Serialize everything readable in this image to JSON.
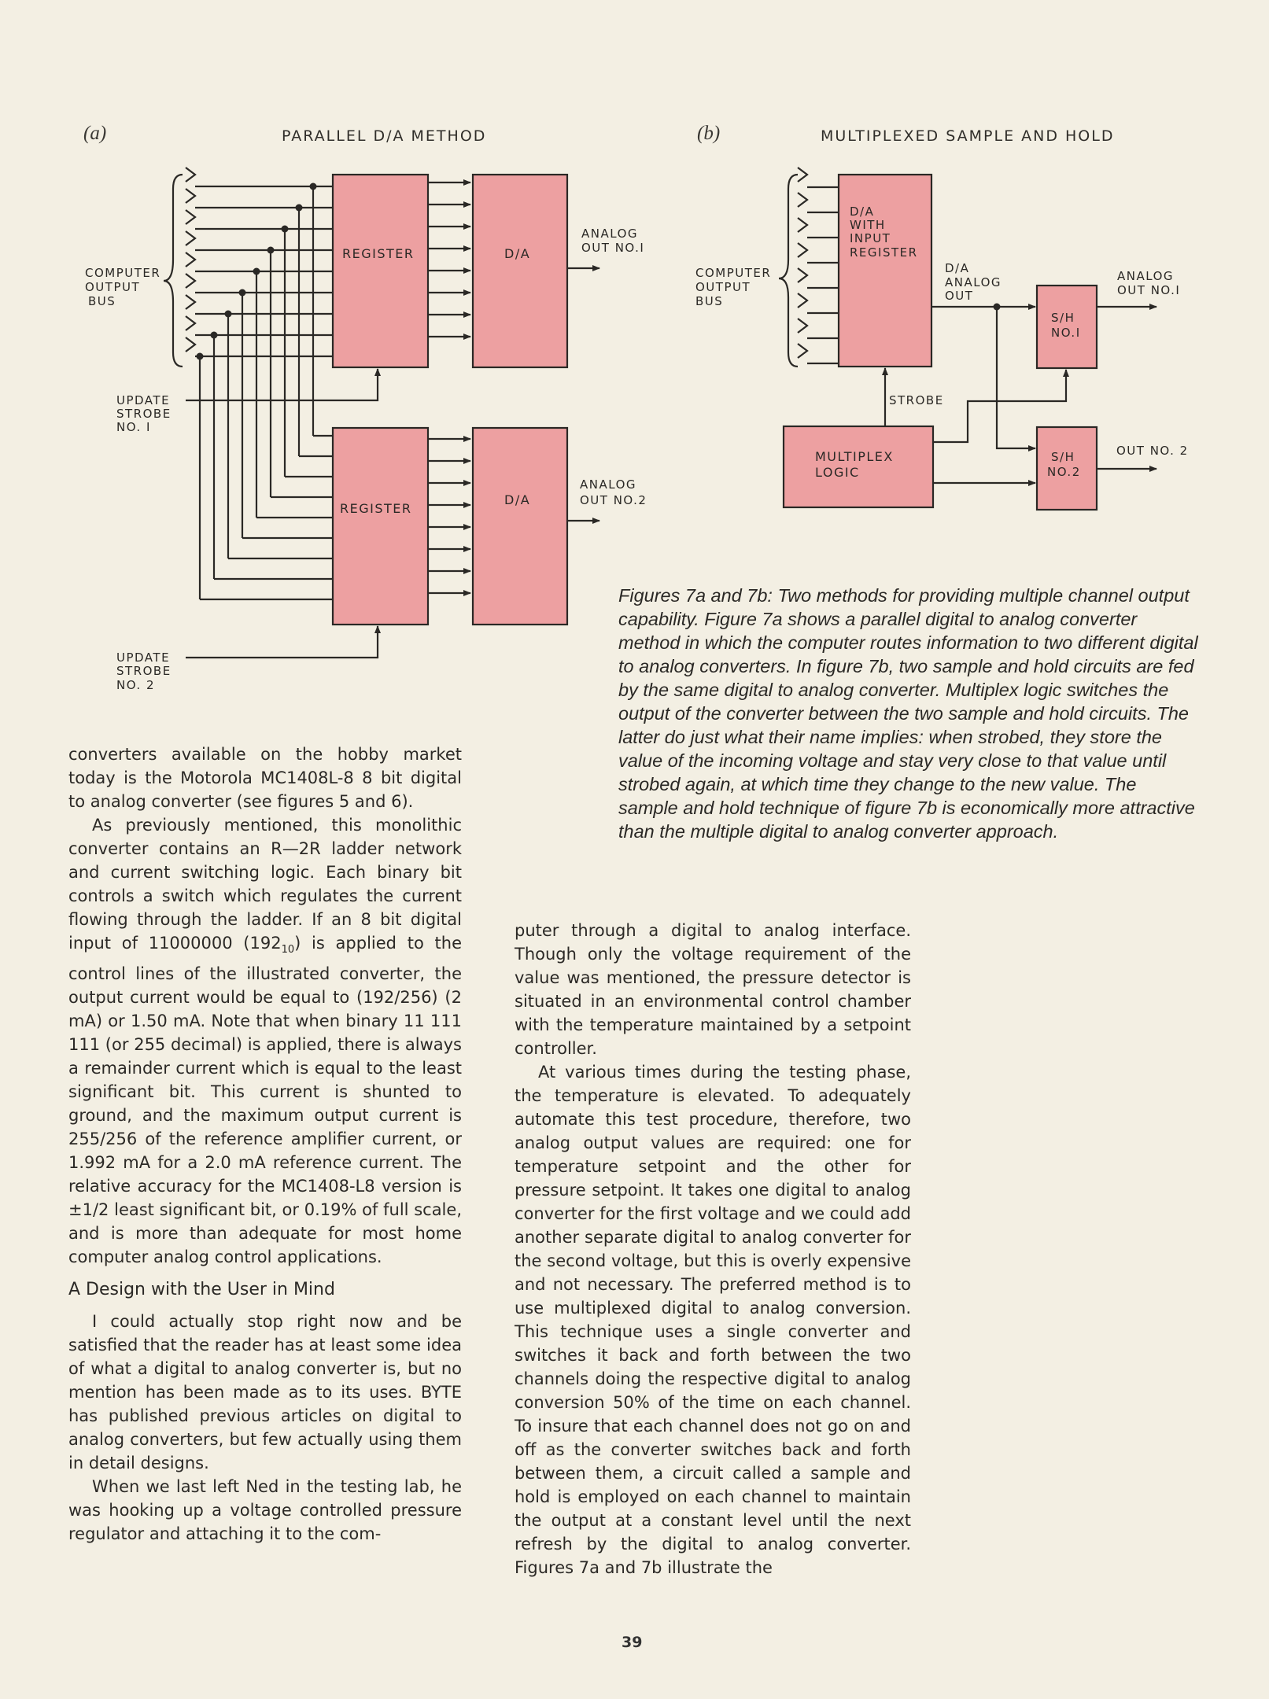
{
  "figure_a": {
    "label": "(a)",
    "title": "PARALLEL D/A METHOD",
    "bus_label": [
      "COMPUTER",
      "OUTPUT",
      "BUS"
    ],
    "register_label": "REGISTER",
    "da_label": "D/A",
    "analog_out_1": [
      "ANALOG",
      "OUT NO.I"
    ],
    "analog_out_2": [
      "ANALOG",
      "OUT NO.2"
    ],
    "strobe_1": [
      "UPDATE",
      "STROBE",
      "NO. I"
    ],
    "strobe_2": [
      "UPDATE",
      "STROBE",
      "NO. 2"
    ]
  },
  "figure_b": {
    "label": "(b)",
    "title": "MULTIPLEXED SAMPLE AND HOLD",
    "bus_label": [
      "COMPUTER",
      "OUTPUT",
      "BUS"
    ],
    "da_block": [
      "D/A",
      "WITH",
      "INPUT",
      "REGISTER"
    ],
    "da_out": [
      "D/A",
      "ANALOG",
      "OUT"
    ],
    "sh1": [
      "S/H",
      "NO.I"
    ],
    "sh2": [
      "S/H",
      "NO.2"
    ],
    "analog_out_1": [
      "ANALOG",
      "OUT NO.I"
    ],
    "out_2": "OUT NO. 2",
    "strobe": "STROBE",
    "multiplex": [
      "MULTIPLEX",
      "LOGIC"
    ]
  },
  "colors": {
    "block_fill": "#eda0a1",
    "line": "#2a2825",
    "page": "#f3efe3"
  },
  "caption": "Figures 7a and 7b: Two methods for providing multiple channel output capability. Figure 7a shows a parallel digital to analog converter method in which the computer routes information to two different digital to analog converters. In figure 7b, two sample and hold circuits are fed by the same digital to analog converter. Multiplex logic switches the output of the converter between the two sample and hold circuits. The latter do just what their name implies: when strobed, they store the value of the incoming voltage and stay very close to that value until strobed again, at which time they change to the new value. The sample and hold technique of figure 7b is economically more attractive than the multiple digital to analog converter approach.",
  "left_column": {
    "p1": "converters available on the hobby market today is the Motorola MC1408L-8 8 bit digital to analog converter (see figures 5 and 6).",
    "p2_a": "As previously mentioned, this monolithic converter contains an R—2R ladder network and current switching logic. Each binary bit controls a switch which regulates the current flowing through the ladder. If an 8 bit digital input of 11000000 (192",
    "p2_sub": "10",
    "p2_b": ") is applied to the control lines of the illustrated converter, the output current would be equal to (192/256) (2 mA) or 1.50 mA. Note that when binary 11 111 111 (or 255 decimal) is applied, there is always a remainder current which is equal to the least significant bit. This current is shunted to ground, and the maximum output current is 255/256 of the reference amplifier current, or 1.992 mA for a 2.0 mA reference current. The relative accuracy for the MC1408-L8 version is ±1/2 least significant bit, or 0.19% of full scale, and is more than adequate for most home computer analog control applications.",
    "heading": "A Design with the User in Mind",
    "p3": "I could actually stop right now and be satisfied that the reader has at least some idea of what a digital to analog converter is, but no mention has been made as to its uses. BYTE has published previous articles on digital to analog converters, but few actually using them in detail designs.",
    "p4": "When we last left Ned in the testing lab, he was hooking up a voltage controlled pressure regulator and attaching it to the com-"
  },
  "right_column": {
    "p1": "puter through a digital to analog interface. Though only the voltage requirement of the value was mentioned, the pressure detector is situated in an environmental control chamber with the temperature maintained by a setpoint controller.",
    "p2": "At various times during the testing phase, the temperature is elevated. To adequately automate this test procedure, therefore, two analog output values are required: one for temperature setpoint and the other for pressure setpoint. It takes one digital to analog converter for the first voltage and we could add another separate digital to analog converter for the second voltage, but this is overly expensive and not necessary. The preferred method is to use multiplexed digital to analog conversion. This technique uses a single converter and switches it back and forth between the two channels doing the respective digital to analog conversion 50% of the time on each channel. To insure that each channel does not go on and off as the converter switches back and forth between them, a circuit called a sample and hold is employed on each channel to maintain the output at a constant level until the next refresh by the digital to analog converter. Figures 7a and 7b illustrate the"
  },
  "page_number": "39"
}
